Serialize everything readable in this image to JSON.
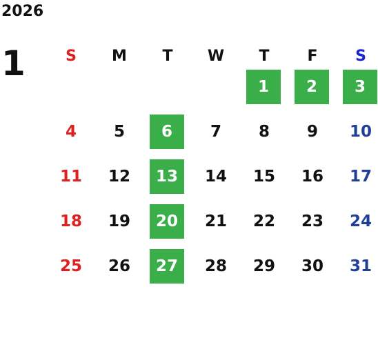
{
  "calendar": {
    "year": "2026",
    "month": "1",
    "weekdays": [
      {
        "label": "S",
        "color": "#e02020"
      },
      {
        "label": "M",
        "color": "#111111"
      },
      {
        "label": "T",
        "color": "#111111"
      },
      {
        "label": "W",
        "color": "#111111"
      },
      {
        "label": "T",
        "color": "#111111"
      },
      {
        "label": "F",
        "color": "#111111"
      },
      {
        "label": "S",
        "color": "#1a22d6"
      }
    ],
    "first_weekday_index": 4,
    "days_in_month": 31,
    "highlighted_days": [
      1,
      2,
      3,
      6,
      13,
      20,
      27
    ],
    "colors": {
      "sunday": "#e02020",
      "saturday": "#1f3f99",
      "weekday": "#111111",
      "highlight_bg": "#3aae48",
      "highlight_text": "#ffffff"
    }
  }
}
